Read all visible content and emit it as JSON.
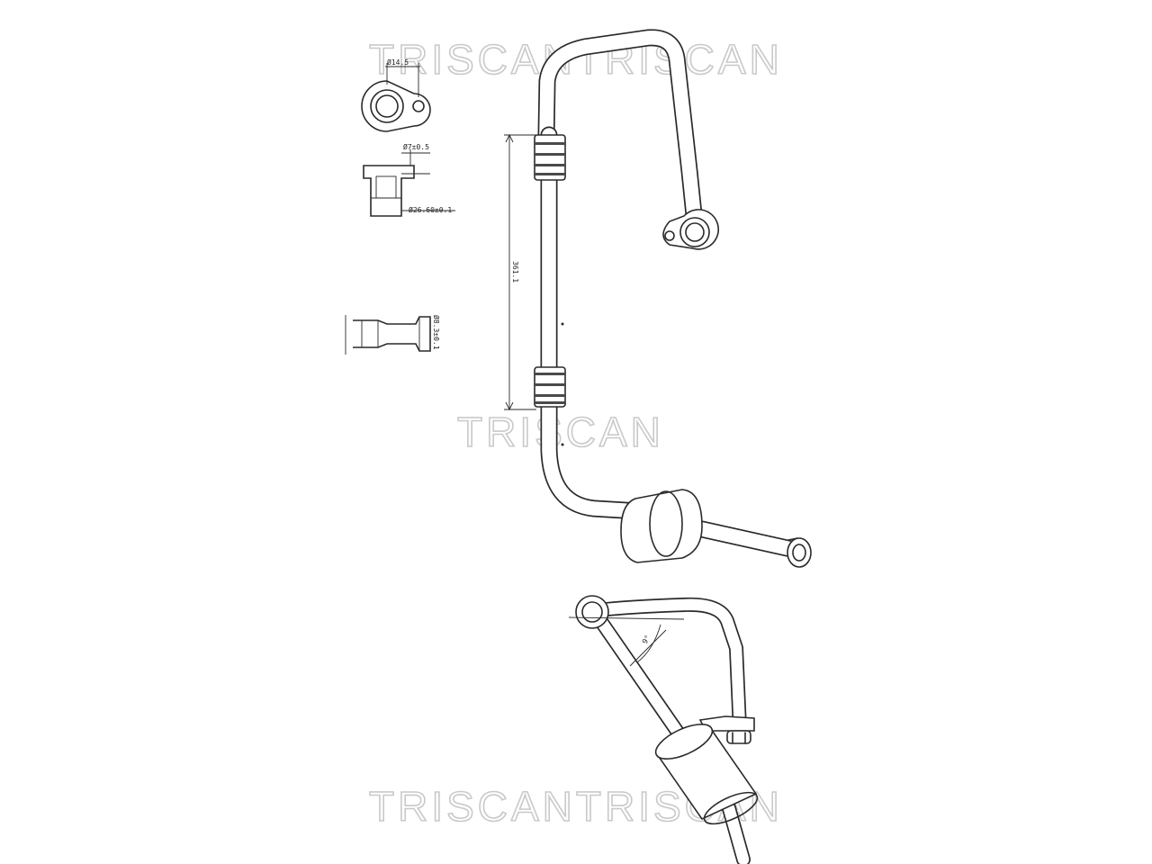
{
  "watermarks": {
    "top": "TRISCANTRISCAN",
    "middle": "TRISCAN",
    "bottom": "TRISCANTRISCAN"
  },
  "dimensions": {
    "flange_hole": "Ø14.5",
    "nut_outer": "Ø7±0.5",
    "nut_base": "Ø26.60±0.1",
    "pipe_end": "Ø8.3±0.1",
    "length": "361.1",
    "angle": "9°"
  }
}
